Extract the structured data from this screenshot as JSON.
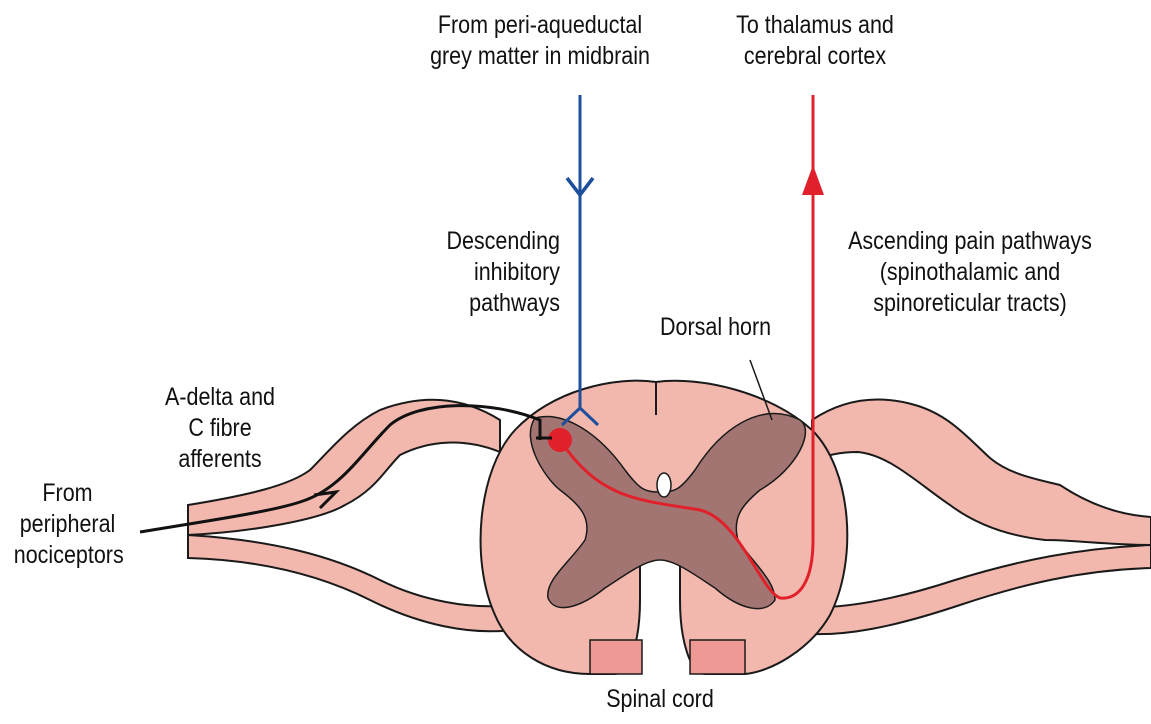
{
  "labels": {
    "from_pag": [
      "From peri-aqueductal",
      "grey matter in midbrain"
    ],
    "to_thalamus": [
      "To thalamus and",
      "cerebral cortex"
    ],
    "descending": [
      "Descending",
      "inhibitory",
      "pathways"
    ],
    "ascending": [
      "Ascending pain pathways",
      "(spinothalamic and",
      "spinoreticular tracts)"
    ],
    "dorsal_horn": "Dorsal horn",
    "afferents": [
      "A-delta and",
      "C fibre",
      "afferents"
    ],
    "from_peripheral": [
      "From",
      "peripheral",
      "nociceptors"
    ],
    "spinal_cord": "Spinal cord"
  },
  "colors": {
    "white_matter": "#f2b8ae",
    "grey_matter": "#a37572",
    "outline": "#1a1a1a",
    "descending_pathway": "#1d4f9c",
    "ascending_pathway": "#e0212b",
    "afferent_fibre": "#111111",
    "background": "#ffffff"
  }
}
